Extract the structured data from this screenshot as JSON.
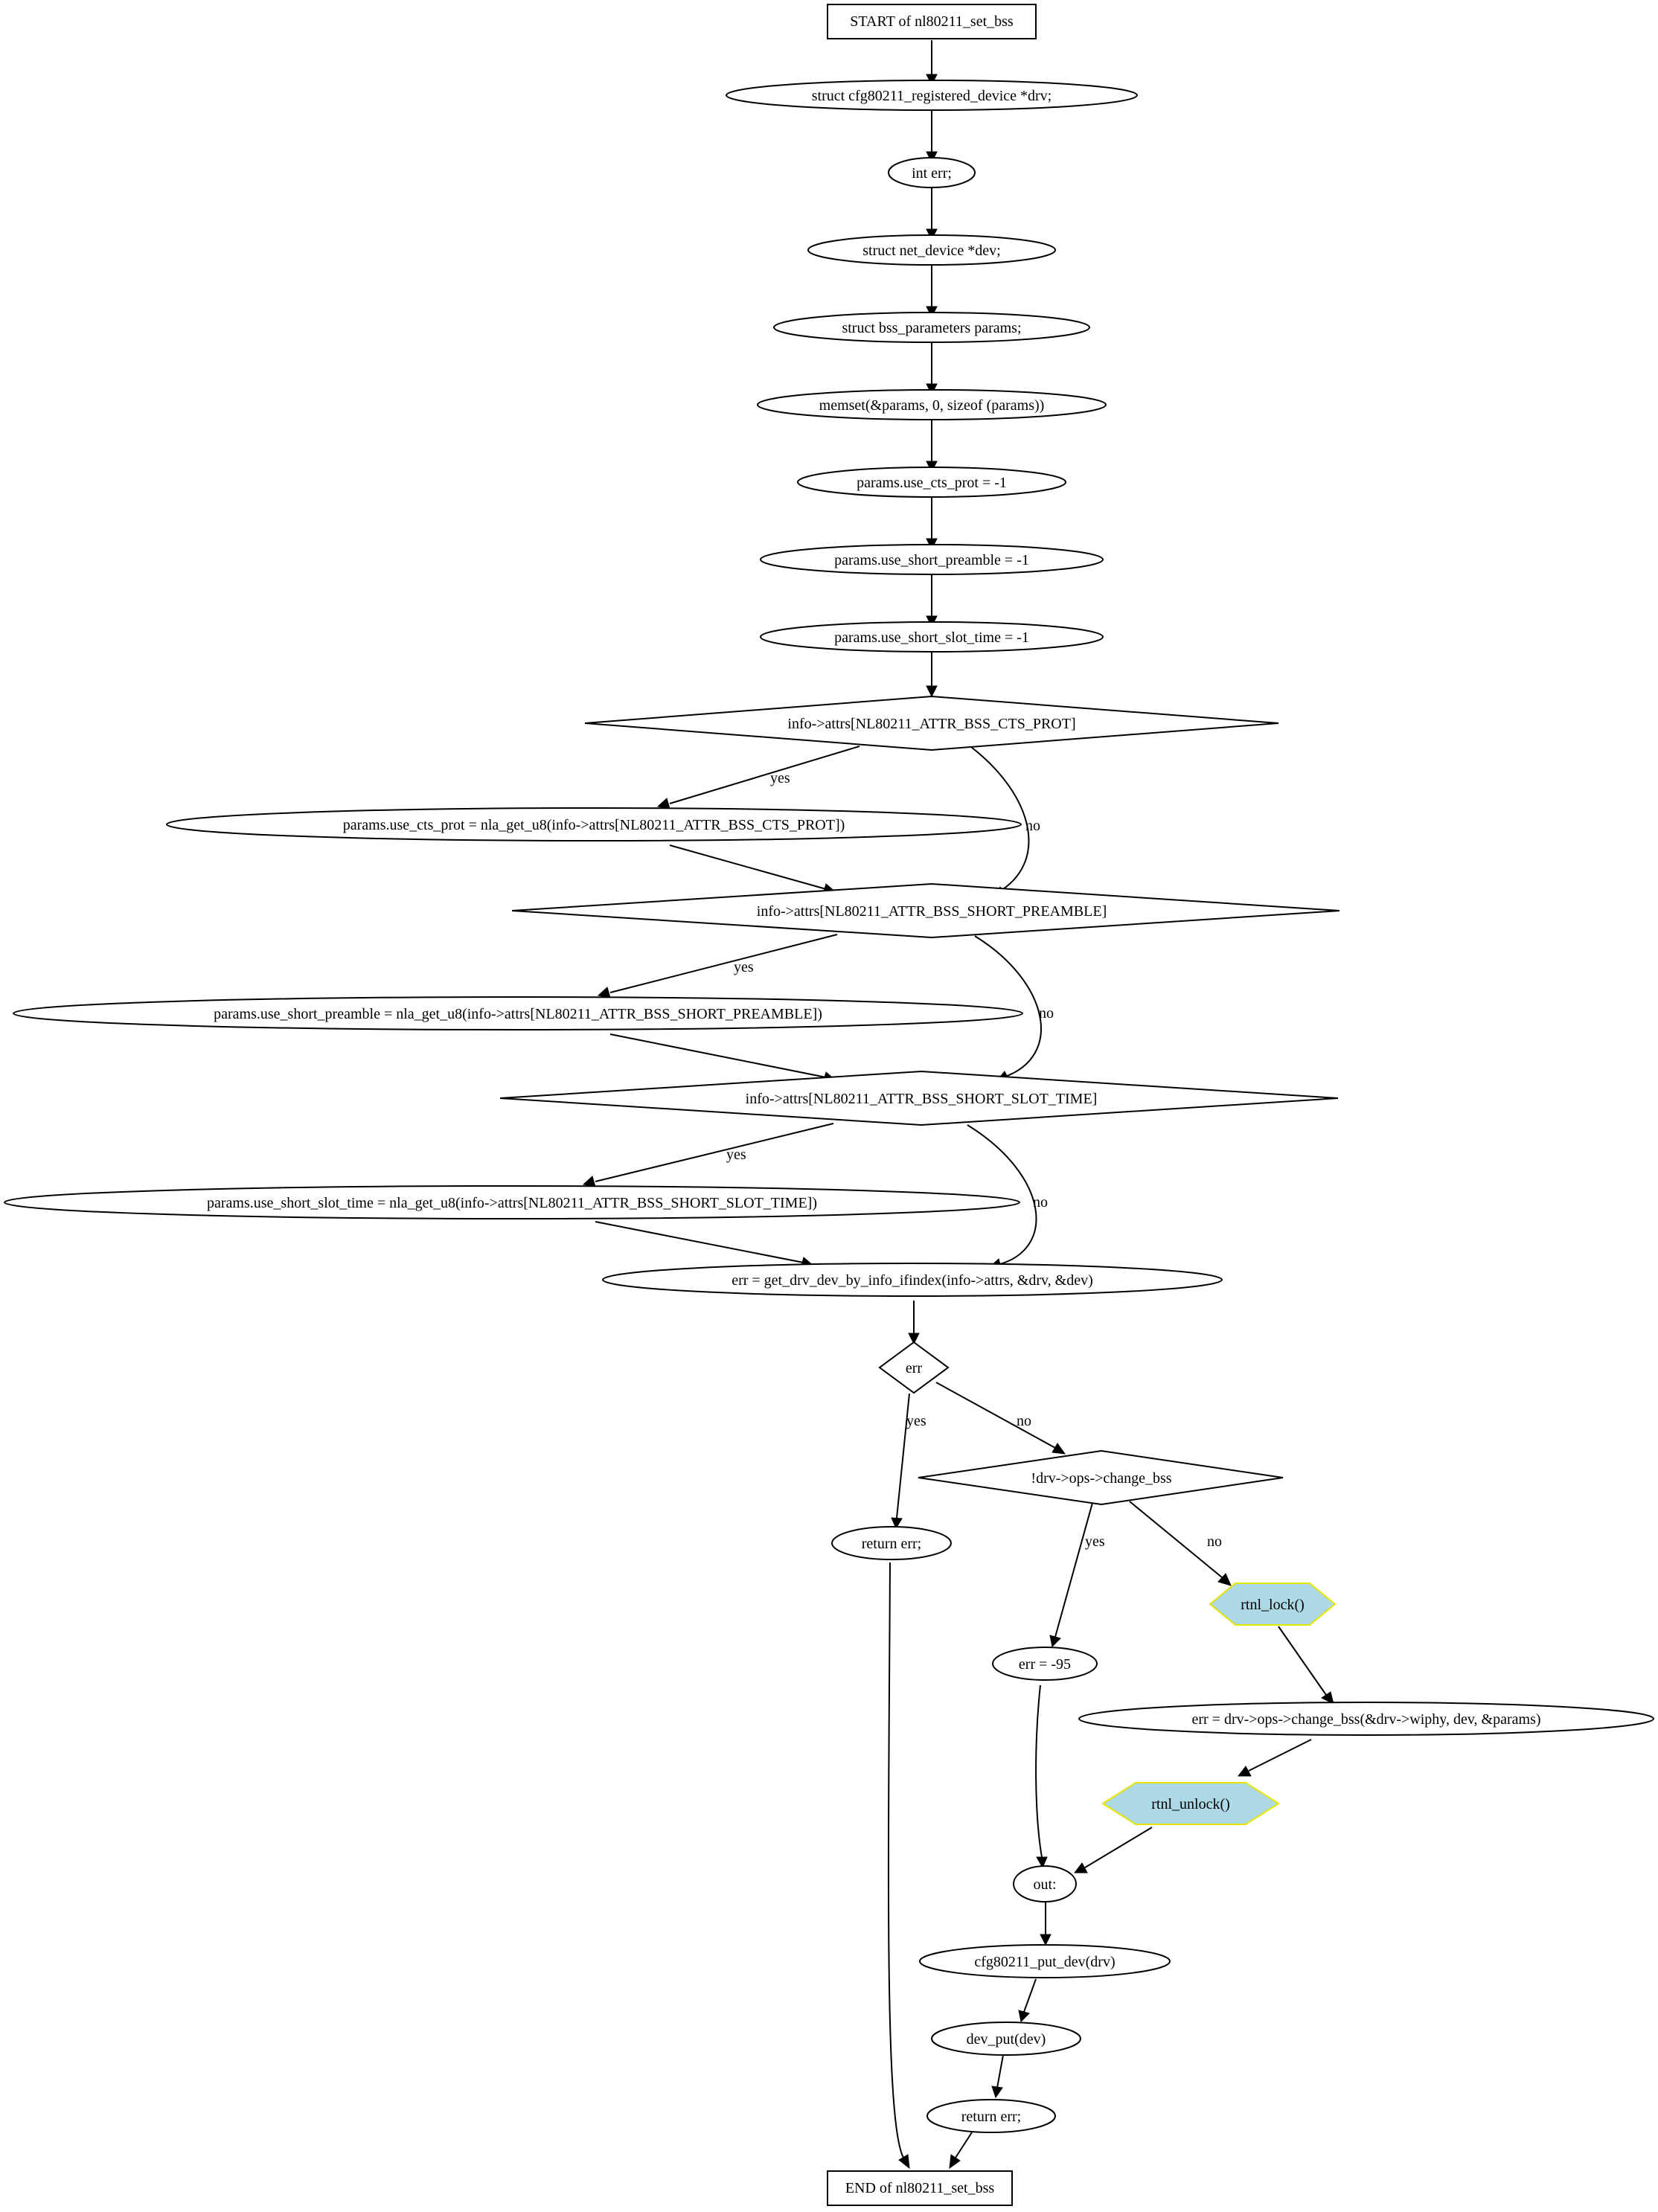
{
  "nodes": [
    {
      "id": "start",
      "label": "START of nl80211_set_bss"
    },
    {
      "id": "decl_drv",
      "label": "struct cfg80211_registered_device *drv;"
    },
    {
      "id": "decl_err",
      "label": "int err;"
    },
    {
      "id": "decl_dev",
      "label": "struct net_device *dev;"
    },
    {
      "id": "decl_params",
      "label": "struct bss_parameters params;"
    },
    {
      "id": "memset",
      "label": "memset(&params, 0, sizeof (params))"
    },
    {
      "id": "cts_init",
      "label": "params.use_cts_prot = -1"
    },
    {
      "id": "preamble_init",
      "label": "params.use_short_preamble = -1"
    },
    {
      "id": "slot_init",
      "label": "params.use_short_slot_time = -1"
    },
    {
      "id": "cond_cts",
      "label": "info->attrs[NL80211_ATTR_BSS_CTS_PROT]"
    },
    {
      "id": "set_cts",
      "label": "params.use_cts_prot = nla_get_u8(info->attrs[NL80211_ATTR_BSS_CTS_PROT])"
    },
    {
      "id": "cond_preamble",
      "label": "info->attrs[NL80211_ATTR_BSS_SHORT_PREAMBLE]"
    },
    {
      "id": "set_preamble",
      "label": "params.use_short_preamble = nla_get_u8(info->attrs[NL80211_ATTR_BSS_SHORT_PREAMBLE])"
    },
    {
      "id": "cond_slot",
      "label": "info->attrs[NL80211_ATTR_BSS_SHORT_SLOT_TIME]"
    },
    {
      "id": "set_slot",
      "label": "params.use_short_slot_time = nla_get_u8(info->attrs[NL80211_ATTR_BSS_SHORT_SLOT_TIME])"
    },
    {
      "id": "get_dev",
      "label": "err = get_drv_dev_by_info_ifindex(info->attrs, &drv, &dev)"
    },
    {
      "id": "cond_err",
      "label": "err"
    },
    {
      "id": "return_err_early",
      "label": "return err;"
    },
    {
      "id": "cond_change_bss",
      "label": "!drv->ops->change_bss"
    },
    {
      "id": "err_95",
      "label": "err = -95"
    },
    {
      "id": "rtnl_lock",
      "label": "rtnl_lock()"
    },
    {
      "id": "call_change_bss",
      "label": "err = drv->ops->change_bss(&drv->wiphy, dev, &params)"
    },
    {
      "id": "rtnl_unlock",
      "label": "rtnl_unlock()"
    },
    {
      "id": "out",
      "label": "out:"
    },
    {
      "id": "put_drv",
      "label": "cfg80211_put_dev(drv)"
    },
    {
      "id": "put_dev",
      "label": "dev_put(dev)"
    },
    {
      "id": "return_err",
      "label": "return err;"
    },
    {
      "id": "end",
      "label": "END of nl80211_set_bss"
    }
  ],
  "edges": [
    {
      "from": "start",
      "to": "decl_drv",
      "label": ""
    },
    {
      "from": "decl_drv",
      "to": "decl_err",
      "label": ""
    },
    {
      "from": "decl_err",
      "to": "decl_dev",
      "label": ""
    },
    {
      "from": "decl_dev",
      "to": "decl_params",
      "label": ""
    },
    {
      "from": "decl_params",
      "to": "memset",
      "label": ""
    },
    {
      "from": "memset",
      "to": "cts_init",
      "label": ""
    },
    {
      "from": "cts_init",
      "to": "preamble_init",
      "label": ""
    },
    {
      "from": "preamble_init",
      "to": "slot_init",
      "label": ""
    },
    {
      "from": "slot_init",
      "to": "cond_cts",
      "label": ""
    },
    {
      "from": "cond_cts",
      "to": "set_cts",
      "label": "yes"
    },
    {
      "from": "cond_cts",
      "to": "cond_preamble",
      "label": "no"
    },
    {
      "from": "set_cts",
      "to": "cond_preamble",
      "label": ""
    },
    {
      "from": "cond_preamble",
      "to": "set_preamble",
      "label": "yes"
    },
    {
      "from": "cond_preamble",
      "to": "cond_slot",
      "label": "no"
    },
    {
      "from": "set_preamble",
      "to": "cond_slot",
      "label": ""
    },
    {
      "from": "cond_slot",
      "to": "set_slot",
      "label": "yes"
    },
    {
      "from": "cond_slot",
      "to": "get_dev",
      "label": "no"
    },
    {
      "from": "set_slot",
      "to": "get_dev",
      "label": ""
    },
    {
      "from": "get_dev",
      "to": "cond_err",
      "label": ""
    },
    {
      "from": "cond_err",
      "to": "return_err_early",
      "label": "yes"
    },
    {
      "from": "cond_err",
      "to": "cond_change_bss",
      "label": "no"
    },
    {
      "from": "cond_change_bss",
      "to": "err_95",
      "label": "yes"
    },
    {
      "from": "cond_change_bss",
      "to": "rtnl_lock",
      "label": "no"
    },
    {
      "from": "rtnl_lock",
      "to": "call_change_bss",
      "label": ""
    },
    {
      "from": "call_change_bss",
      "to": "rtnl_unlock",
      "label": ""
    },
    {
      "from": "rtnl_unlock",
      "to": "out",
      "label": ""
    },
    {
      "from": "err_95",
      "to": "out",
      "label": ""
    },
    {
      "from": "out",
      "to": "put_drv",
      "label": ""
    },
    {
      "from": "put_drv",
      "to": "put_dev",
      "label": ""
    },
    {
      "from": "put_dev",
      "to": "return_err",
      "label": ""
    },
    {
      "from": "return_err",
      "to": "end",
      "label": ""
    },
    {
      "from": "return_err_early",
      "to": "end",
      "label": ""
    }
  ]
}
